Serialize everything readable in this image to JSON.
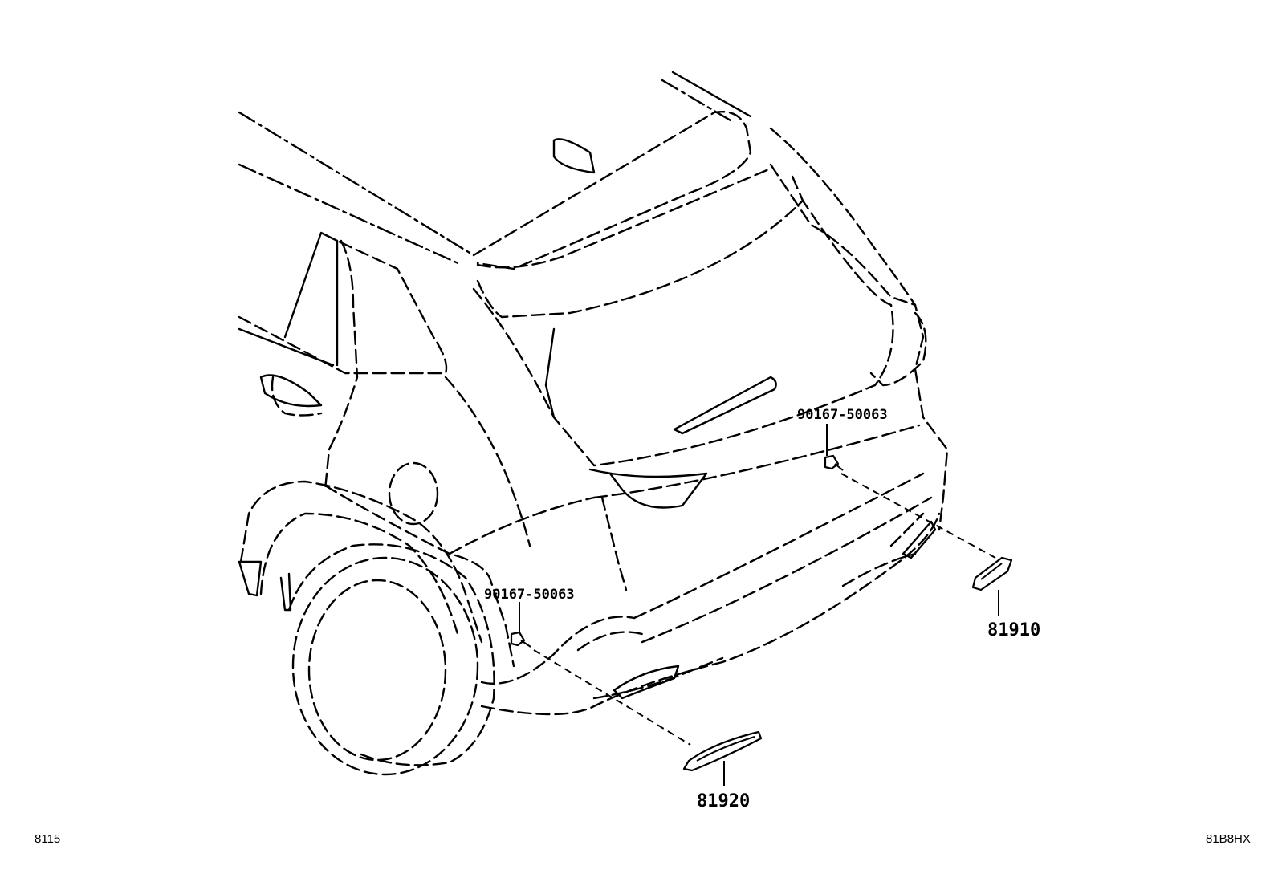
{
  "diagram": {
    "figure_number": "8115",
    "illustration_code": "81B8HX",
    "callouts": [
      {
        "id": "screw-upper",
        "part_number": "90167-50063"
      },
      {
        "id": "screw-lower",
        "part_number": "90167-50063"
      },
      {
        "id": "reflector-right",
        "part_number": "81910"
      },
      {
        "id": "reflector-left",
        "part_number": "81920"
      }
    ]
  }
}
